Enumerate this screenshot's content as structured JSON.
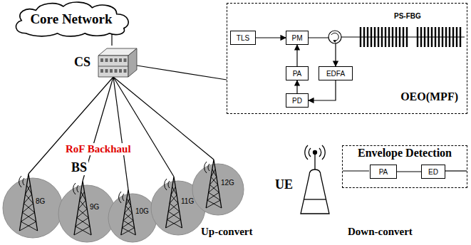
{
  "diagram": {
    "nodes": [
      {
        "text": [
          "Core Network"
        ]
      },
      {
        "text": [
          "CS"
        ]
      },
      {
        "text": [
          "OEO(MPF)"
        ]
      },
      {
        "text": [
          "TLS"
        ],
        "in": 2
      },
      {
        "text": [
          "PM"
        ],
        "in": 2
      },
      {
        "text": [
          "PA"
        ],
        "in": 2
      },
      {
        "text": [
          "EDFA"
        ],
        "in": 2
      },
      {
        "text": [
          "PD"
        ],
        "in": 2
      },
      {
        "text": [
          "8G"
        ]
      },
      {
        "text": [
          "9G"
        ]
      },
      {
        "text": [
          "10G"
        ]
      },
      {
        "text": [
          "11G"
        ]
      },
      {
        "text": [
          "12G"
        ]
      },
      {
        "text": [
          "Envelope Detection"
        ]
      },
      {
        "text": [
          "PA"
        ],
        "in": 13
      },
      {
        "text": [
          "ED"
        ],
        "in": 13
      }
    ],
    "edges": [
      {
        "from": 0,
        "to": 1,
        "arrow": "none"
      },
      {
        "from": 1,
        "to": 8,
        "arrow": "none"
      },
      {
        "from": 1,
        "to": 9,
        "arrow": "none"
      },
      {
        "from": 1,
        "to": 10,
        "arrow": "none"
      },
      {
        "from": 1,
        "to": 11,
        "arrow": "none"
      },
      {
        "from": 1,
        "to": 12,
        "arrow": "none"
      },
      {
        "from": 3,
        "to": 4,
        "arrow": "to"
      },
      {
        "from": 4,
        "to": 6,
        "arrow": "to"
      },
      {
        "from": 6,
        "to": 7,
        "arrow": "to"
      },
      {
        "from": 7,
        "to": 5,
        "arrow": "to"
      },
      {
        "from": 5,
        "to": 4,
        "arrow": "to"
      },
      {
        "from": 14,
        "to": 15,
        "arrow": "none"
      }
    ],
    "labels": [
      "PS-FBG",
      "RoF Backhaul",
      "BS",
      "Up-convert",
      "UE",
      "Down-convert"
    ]
  }
}
